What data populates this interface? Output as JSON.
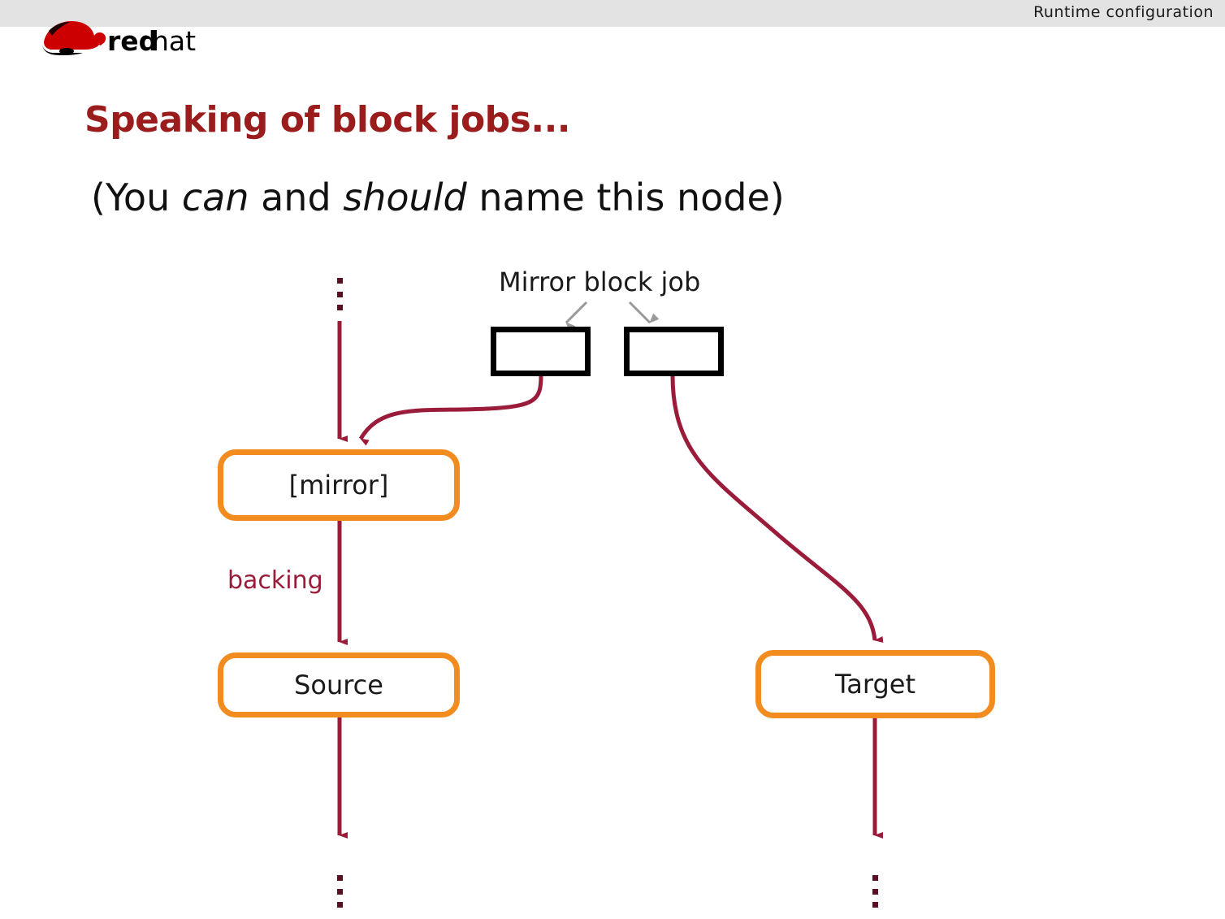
{
  "header": {
    "title": "Runtime configuration",
    "logo_name": "redhat",
    "logo_colors": {
      "shadowman": "#cc0000",
      "wordmark": "#000000"
    }
  },
  "slide": {
    "title": "Speaking of block jobs...",
    "title_color": "#9b1c1c",
    "subtitle_parts": [
      {
        "text": "(You ",
        "italic": false
      },
      {
        "text": "can",
        "italic": true
      },
      {
        "text": " and ",
        "italic": false
      },
      {
        "text": "should",
        "italic": true
      },
      {
        "text": " name this node)",
        "italic": false
      }
    ],
    "subtitle_plain": "(You can and should name this node)"
  },
  "diagram": {
    "type": "block-graph",
    "colors": {
      "node_border": "#f28c1e",
      "node_fill": "#ffffff",
      "edge": "#9b1c3a",
      "job_box_border": "#000000",
      "callout_arrow": "#9a9a9a"
    },
    "nodes": [
      {
        "id": "mirror",
        "label": "[mirror]",
        "shape": "rounded-rect",
        "style": "orange"
      },
      {
        "id": "source",
        "label": "Source",
        "shape": "rounded-rect",
        "style": "orange"
      },
      {
        "id": "target",
        "label": "Target",
        "shape": "rounded-rect",
        "style": "orange"
      },
      {
        "id": "jobbox-left",
        "label": "",
        "shape": "rect",
        "style": "black"
      },
      {
        "id": "jobbox-right",
        "label": "",
        "shape": "rect",
        "style": "black"
      }
    ],
    "labels": [
      {
        "id": "mirror-block-job",
        "text": "Mirror block job",
        "color": "#1a1a1a"
      },
      {
        "id": "backing",
        "text": "backing",
        "color": "#9b1c3a"
      }
    ],
    "edges": [
      {
        "from": "above",
        "to": "mirror",
        "label": "",
        "style": "straight-arrow"
      },
      {
        "from": "jobbox-left",
        "to": "mirror",
        "label": "",
        "style": "curve-arrow"
      },
      {
        "from": "mirror",
        "to": "source",
        "label": "backing",
        "style": "straight-arrow"
      },
      {
        "from": "jobbox-right",
        "to": "target",
        "label": "",
        "style": "s-curve-arrow"
      },
      {
        "from": "source",
        "to": "below",
        "label": "",
        "style": "straight-arrow"
      },
      {
        "from": "target",
        "to": "below",
        "label": "",
        "style": "straight-arrow"
      }
    ],
    "ellipses": [
      {
        "id": "top-ellipsis",
        "dots": 3,
        "position": "above-mirror"
      },
      {
        "id": "bottom-left-ellipsis",
        "dots": 3,
        "position": "below-source"
      },
      {
        "id": "bottom-right-ellipsis",
        "dots": 3,
        "position": "below-target"
      }
    ]
  }
}
